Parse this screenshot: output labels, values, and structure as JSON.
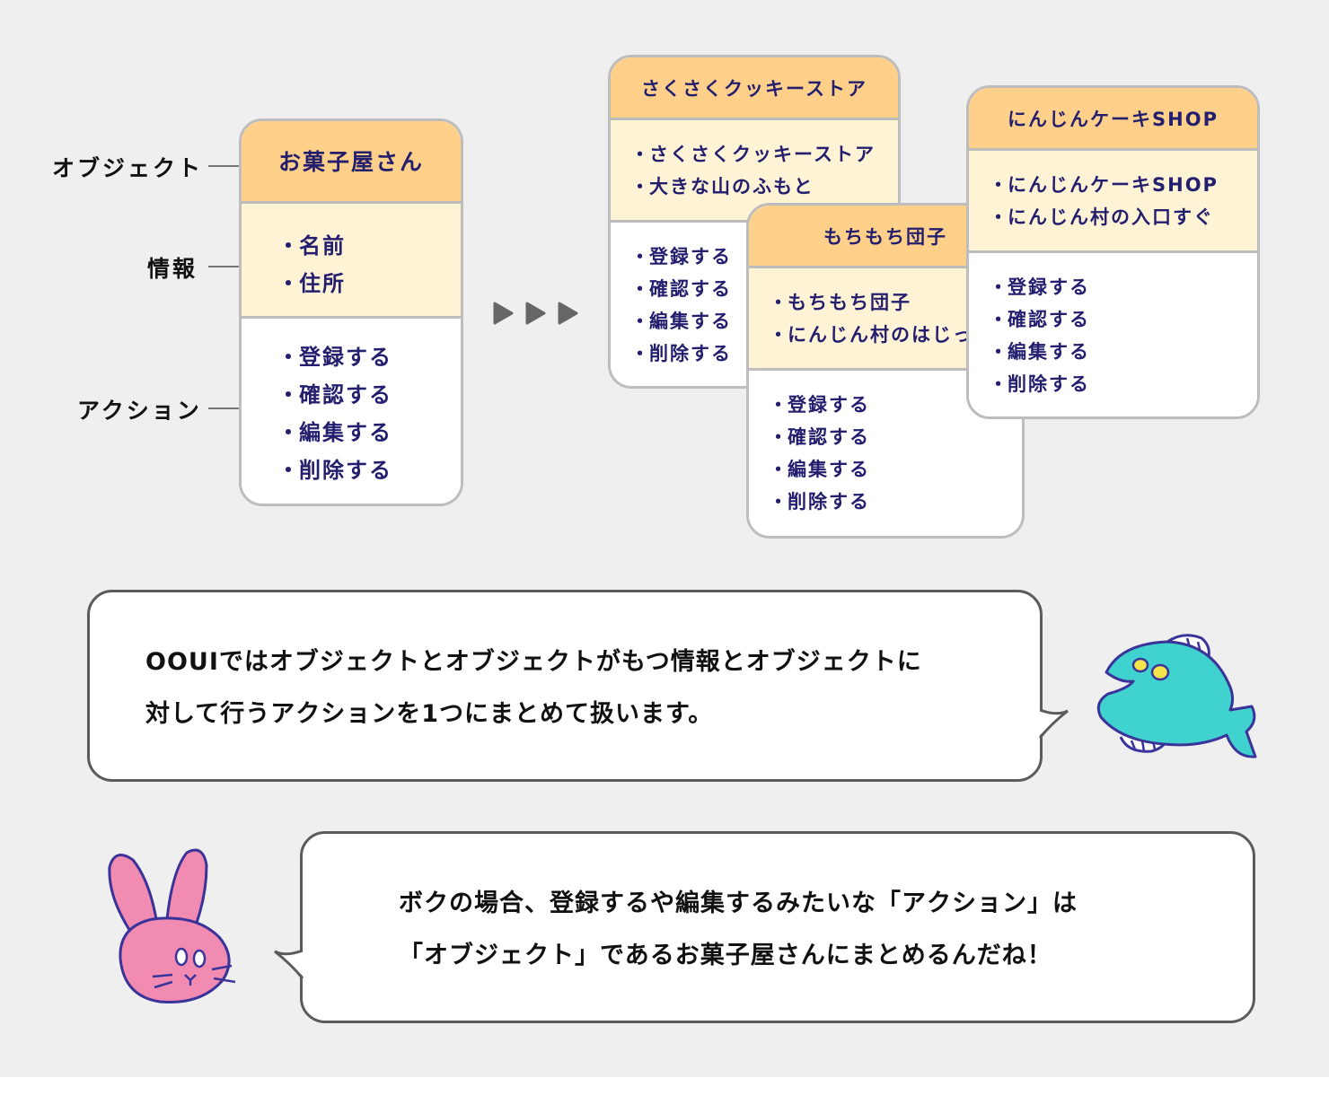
{
  "labels": {
    "object": "オブジェクト",
    "info": "情報",
    "action": "アクション"
  },
  "main_card": {
    "title": "お菓子屋さん",
    "info": [
      "名前",
      "住所"
    ],
    "actions": [
      "登録する",
      "確認する",
      "編集する",
      "削除する"
    ]
  },
  "cards": [
    {
      "title": "さくさくクッキーストア",
      "info": [
        "さくさくクッキーストア",
        "大きな山のふもと"
      ],
      "actions": [
        "登録する",
        "確認する",
        "編集する",
        "削除する"
      ]
    },
    {
      "title": "もちもち団子",
      "info": [
        "もちもち団子",
        "にんじん村のはじっこ"
      ],
      "actions": [
        "登録する",
        "確認する",
        "編集する",
        "削除する"
      ]
    },
    {
      "title": "にんじんケーキSHOP",
      "info": [
        "にんじんケーキSHOP",
        "にんじん村の入口すぐ"
      ],
      "actions": [
        "登録する",
        "確認する",
        "編集する",
        "削除する"
      ]
    }
  ],
  "bubble1": {
    "line1": "OOUIではオブジェクトとオブジェクトがもつ情報とオブジェクトに",
    "line2": "対して行うアクションを1つにまとめて扱います。"
  },
  "bubble2": {
    "line1": "ボクの場合、登録するや編集するみたいな「アクション」は",
    "line2": "「オブジェクト」であるお菓子屋さんにまとめるんだね！"
  },
  "colors": {
    "header": "#ffd08a",
    "info_bg": "#fff3d6",
    "text": "#231e6e",
    "background": "#efefef",
    "fish": "#3fd2cf",
    "rabbit": "#f28bb2",
    "arrow": "#666666"
  },
  "icons": {
    "arrows": "play-triangle-icon",
    "fish": "fish-character",
    "rabbit": "rabbit-character"
  }
}
